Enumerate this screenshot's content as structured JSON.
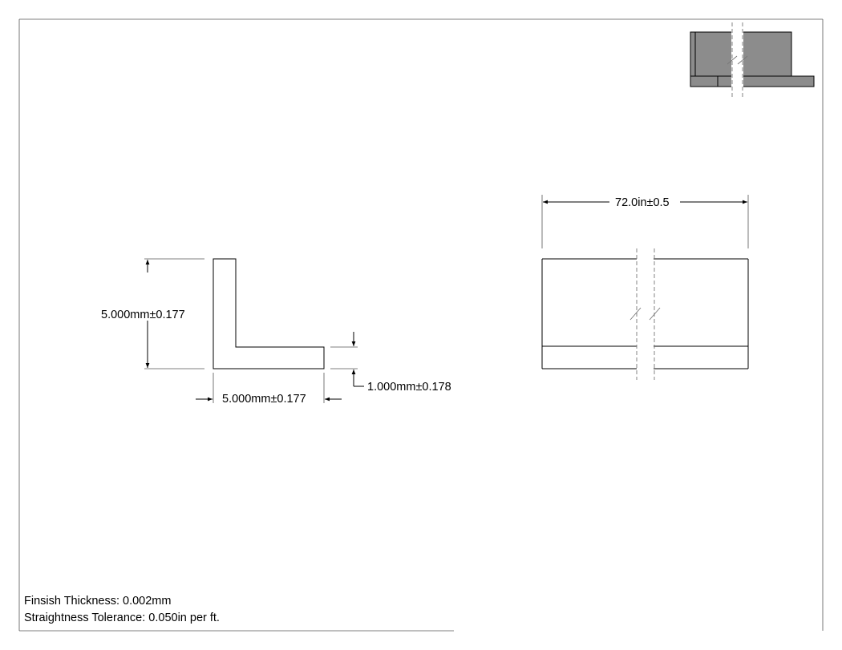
{
  "dimensions": {
    "leg_height": "5.000mm±0.177",
    "leg_width": "5.000mm±0.177",
    "thickness": "1.000mm±0.178",
    "length": "72.0in±0.5"
  },
  "notes": {
    "finish_thickness": "Finsish Thickness: 0.002mm",
    "straightness_tolerance": "Straightness Tolerance: 0.050in per ft."
  },
  "colors": {
    "thumbnail_fill": "#8c8c8c",
    "line": "#000000",
    "background": "#ffffff"
  }
}
